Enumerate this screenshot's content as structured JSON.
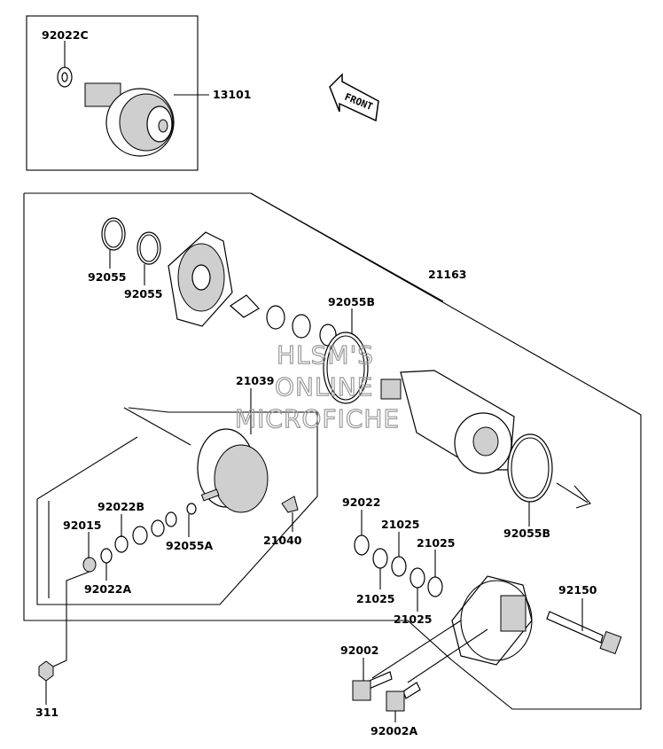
{
  "diagram": {
    "front_label": "FRONT",
    "watermark": [
      "HLSM'S",
      "ONLINE",
      "MICROFICHE"
    ],
    "parts": [
      {
        "id": "p92022c",
        "label": "92022C"
      },
      {
        "id": "p13101",
        "label": "13101"
      },
      {
        "id": "p92055a1",
        "label": "92055"
      },
      {
        "id": "p92055a2",
        "label": "92055"
      },
      {
        "id": "p21163",
        "label": "21163"
      },
      {
        "id": "p92055b1",
        "label": "92055B"
      },
      {
        "id": "p21039",
        "label": "21039"
      },
      {
        "id": "p92022b",
        "label": "92022B"
      },
      {
        "id": "p92015",
        "label": "92015"
      },
      {
        "id": "p92055a",
        "label": "92055A"
      },
      {
        "id": "p92022a",
        "label": "92022A"
      },
      {
        "id": "p21040",
        "label": "21040"
      },
      {
        "id": "p92022",
        "label": "92022"
      },
      {
        "id": "p21025a",
        "label": "21025"
      },
      {
        "id": "p21025b",
        "label": "21025"
      },
      {
        "id": "p21025c",
        "label": "21025"
      },
      {
        "id": "p21025d",
        "label": "21025"
      },
      {
        "id": "p92055b2",
        "label": "92055B"
      },
      {
        "id": "p92150",
        "label": "92150"
      },
      {
        "id": "p92002",
        "label": "92002"
      },
      {
        "id": "p311",
        "label": "311"
      },
      {
        "id": "p92002a",
        "label": "92002A"
      }
    ]
  }
}
